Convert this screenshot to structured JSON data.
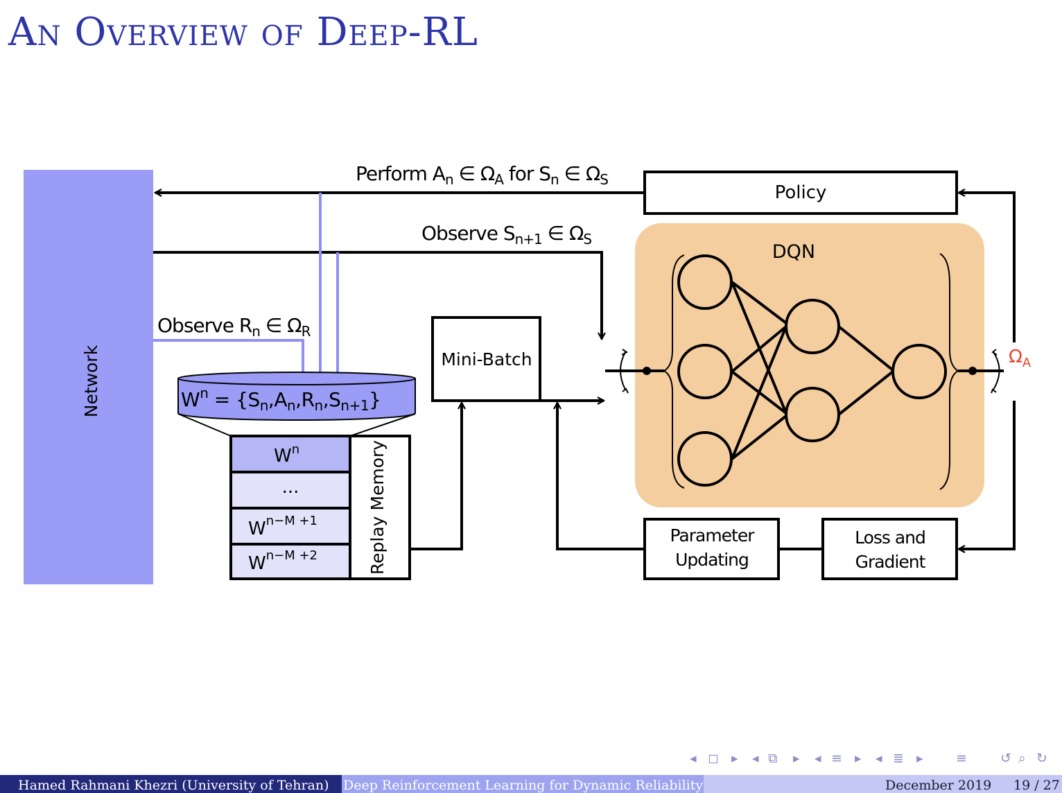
{
  "slide": {
    "title": "An Overview of Deep-RL"
  },
  "diagram": {
    "network_label": "Network",
    "perform": {
      "text": "Perform A",
      "sub1": "n",
      "sym1": " ∈ Ω",
      "sub2": "A",
      "mid": "  for S",
      "sub3": "n",
      "sym2": " ∈ Ω",
      "sub4": "S"
    },
    "observe_s": {
      "text": "Observe S",
      "sub1": "n+1",
      "sym": " ∈ Ω",
      "sub2": "S"
    },
    "observe_r": {
      "text": "Observe R",
      "sub1": "n",
      "sym": " ∈ Ω",
      "sub2": "R"
    },
    "memory_entry": {
      "text": "W",
      "sup": "n",
      "eq": " = {S",
      "s1": "n",
      "c1": ",A",
      "s2": "n",
      "c2": ",R",
      "s3": "n",
      "c3": ",S",
      "s4": "n+1",
      "end": "}"
    },
    "memory_rows": [
      {
        "base": "W",
        "sup": "n"
      },
      {
        "base": "...",
        "sup": ""
      },
      {
        "base": "W",
        "sup": "n−M +1"
      },
      {
        "base": "W",
        "sup": "n−M +2"
      }
    ],
    "replay_memory_label": "Replay Memory",
    "mini_batch_label": "Mini-Batch",
    "policy_label": "Policy",
    "dqn_label": "DQN",
    "omega_a": {
      "text": "Ω",
      "sub": "A"
    },
    "parameter_updating": {
      "line1": "Parameter",
      "line2": "Updating"
    },
    "loss_gradient": {
      "line1": "Loss and",
      "line2": "Gradient"
    },
    "colors": {
      "network": "#9a9cf5",
      "dqn_bg": "#f5cea0",
      "omega": "#e8402a",
      "title": "#2e35a8"
    }
  },
  "nav_icons": [
    "arrow-left-icon",
    "frame-icon",
    "arrow-right-icon",
    "arrow-left-icon",
    "subsection-icon",
    "arrow-right-icon",
    "arrow-left-icon",
    "section-icon",
    "arrow-right-icon",
    "arrow-left-icon",
    "list-icon",
    "arrow-right-icon",
    "align-icon",
    "back-icon",
    "search-icon",
    "forward-icon"
  ],
  "footer": {
    "author": "Hamed Rahmani Khezri  (University of Tehran)",
    "title": "Deep Reinforcement Learning for Dynamic Reliability Awar",
    "date": "December 2019",
    "page": "19 / 27"
  }
}
